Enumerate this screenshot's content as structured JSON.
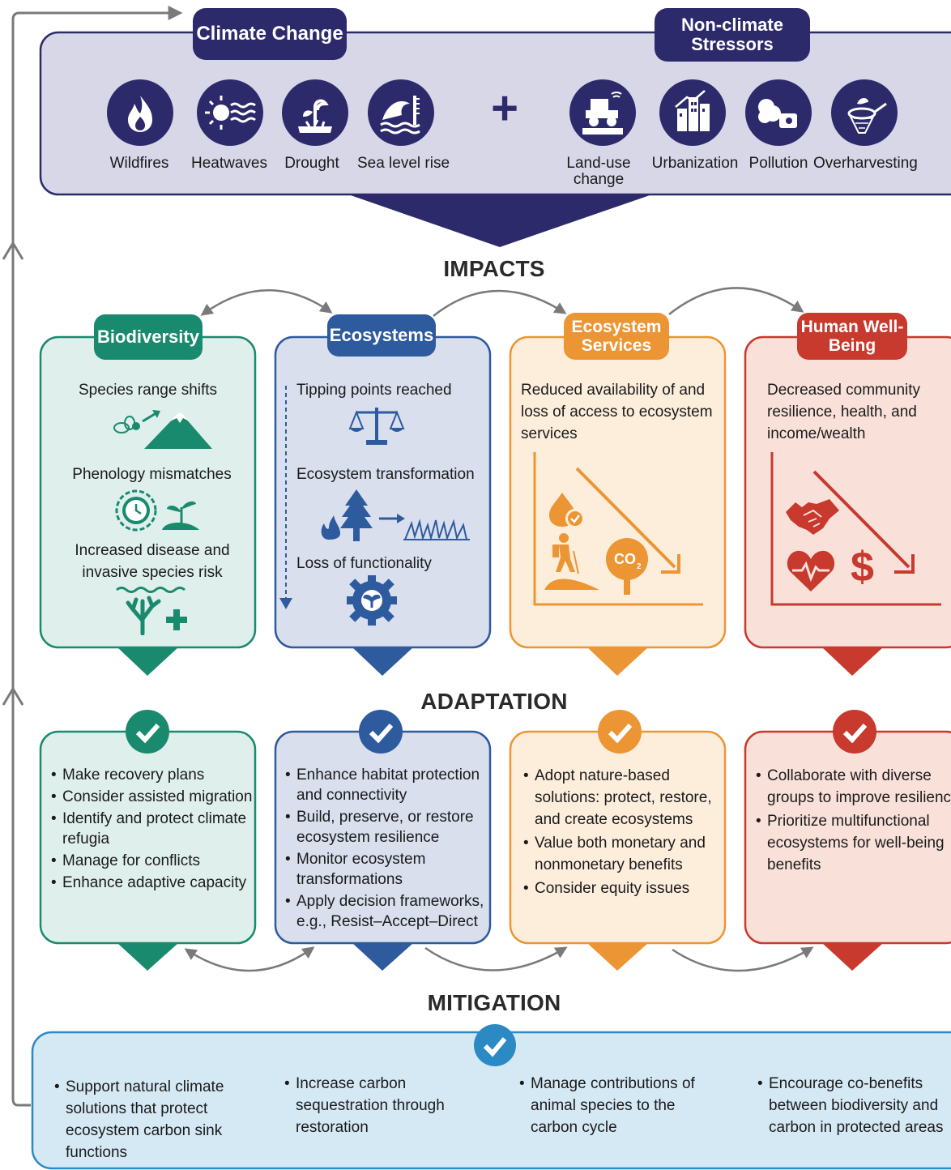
{
  "top": {
    "climate_change_tab": "Climate Change",
    "non_climate_tab": "Non-climate Stressors",
    "plus": "+",
    "climate_items": [
      "Wildfires",
      "Heatwaves",
      "Drought",
      "Sea level rise"
    ],
    "non_climate_items": [
      "Land-use change",
      "Urbanization",
      "Pollution",
      "Overharvesting"
    ]
  },
  "impacts": {
    "title": "IMPACTS",
    "biodiversity": {
      "tab": "Biodiversity",
      "items": [
        "Species range shifts",
        "Phenology mismatches",
        "Increased disease and invasive species risk"
      ]
    },
    "ecosystems": {
      "tab": "Ecosystems",
      "items": [
        "Tipping points reached",
        "Ecosystem transformation",
        "Loss of functionality"
      ]
    },
    "services": {
      "tab": "Ecosystem Services",
      "text": "Reduced availability of and loss of access to ecosystem services",
      "co2": "CO"
    },
    "human": {
      "tab": "Human Well-Being",
      "text": "Decreased community resilience, health, and income/wealth",
      "dollar": "$"
    }
  },
  "adaptation": {
    "title": "ADAPTATION",
    "biodiversity": [
      "Make recovery plans",
      "Consider assisted migration",
      "Identify and protect climate refugia",
      "Manage for conflicts",
      "Enhance adaptive capacity"
    ],
    "ecosystems": [
      "Enhance habitat protection and connectivity",
      "Build, preserve, or restore ecosystem resilience",
      "Monitor ecosystem transformations",
      "Apply decision frameworks, e.g., Resist–Accept–Direct"
    ],
    "services": [
      "Adopt nature-based solutions: protect, restore, and create ecosystems",
      "Value both monetary and nonmonetary benefits",
      "Consider equity issues"
    ],
    "human": [
      "Collaborate with diverse groups to improve resilience",
      "Prioritize multifunctional ecosystems for well-being benefits"
    ]
  },
  "mitigation": {
    "title": "MITIGATION",
    "items": [
      "Support natural climate solutions that protect ecosystem carbon sink functions",
      "Increase carbon sequestration through restoration",
      "Manage contributions of animal species to the carbon cycle",
      "Encourage co-benefits between biodiversity and carbon in protected areas"
    ]
  },
  "colors": {
    "navy": "#2d2a6b",
    "top_bg": "#d8d7e8",
    "teal": "#1a8a6e",
    "teal_bg": "#dff0ec",
    "blue": "#2e5a9e",
    "blue_bg": "#dadfee",
    "orange": "#ec9535",
    "orange_bg": "#fdeedc",
    "red": "#c8392e",
    "red_bg": "#f9e1da",
    "light_blue": "#2b8ac4",
    "light_blue_bg": "#d5e9f5"
  }
}
